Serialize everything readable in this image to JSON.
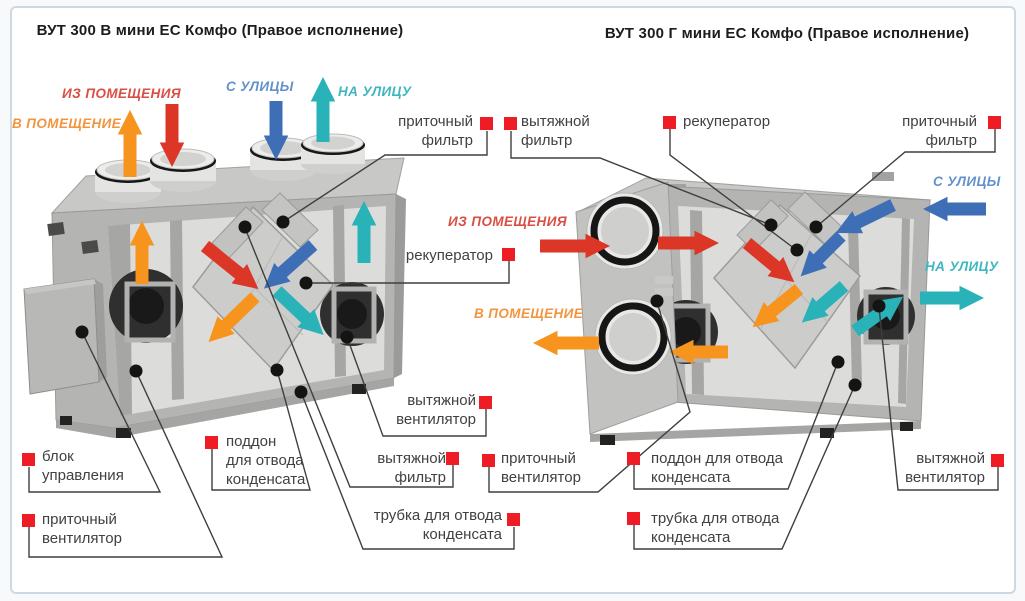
{
  "page": {
    "background": "#f7f9fb",
    "frame_border": "#ccd9e3"
  },
  "colors": {
    "marker": "#ee1c24",
    "flow_from_room": "#d94f44",
    "flow_to_room": "#f2953f",
    "flow_from_street": "#6391cc",
    "flow_to_street": "#3fb6c1",
    "arrow_red": "#dc3627",
    "arrow_orange": "#f7941e",
    "arrow_blue": "#3e6eb5",
    "arrow_teal": "#29b2b8",
    "unit_body": "#b4b4b2",
    "label_text": "#414042"
  },
  "left_diagram": {
    "title": "ВУТ 300 В мини ЕС Комфо (Правое исполнение)",
    "flows": {
      "from_room": "ИЗ ПОМЕЩЕНИЯ",
      "to_room": "В ПОМЕЩЕНИЕ",
      "from_street": "С УЛИЦЫ",
      "to_street": "НА УЛИЦУ"
    },
    "callouts": [
      {
        "id": "supply-filter",
        "text": "приточный\nфильтр"
      },
      {
        "id": "recuperator",
        "text": "рекуператор"
      },
      {
        "id": "control-unit",
        "text": "блок\nуправления"
      },
      {
        "id": "supply-fan",
        "text": "приточный\nвентилятор"
      },
      {
        "id": "condensate-tray",
        "text": "поддон\nдля отвода\nконденсата"
      },
      {
        "id": "exhaust-fan",
        "text": "вытяжной\nвентилятор"
      },
      {
        "id": "exhaust-filter",
        "text": "вытяжной\nфильтр"
      },
      {
        "id": "condensate-tube",
        "text": "трубка для отвода\nконденсата"
      }
    ]
  },
  "right_diagram": {
    "title": "ВУТ 300 Г мини ЕС Комфо (Правое исполнение)",
    "flows": {
      "from_room": "ИЗ ПОМЕЩЕНИЯ",
      "to_room": "В ПОМЕЩЕНИЕ",
      "from_street": "С УЛИЦЫ",
      "to_street": "НА УЛИЦУ"
    },
    "callouts": [
      {
        "id": "exhaust-filter",
        "text": "вытяжной\nфильтр"
      },
      {
        "id": "recuperator",
        "text": "рекуператор"
      },
      {
        "id": "supply-filter",
        "text": "приточный\nфильтр"
      },
      {
        "id": "supply-fan",
        "text": "приточный\nвентилятор"
      },
      {
        "id": "condensate-tray",
        "text": "поддон для отвода\nконденсата"
      },
      {
        "id": "condensate-tube",
        "text": "трубка для отвода\nконденсата"
      },
      {
        "id": "exhaust-fan",
        "text": "вытяжной\nвентилятор"
      }
    ]
  }
}
